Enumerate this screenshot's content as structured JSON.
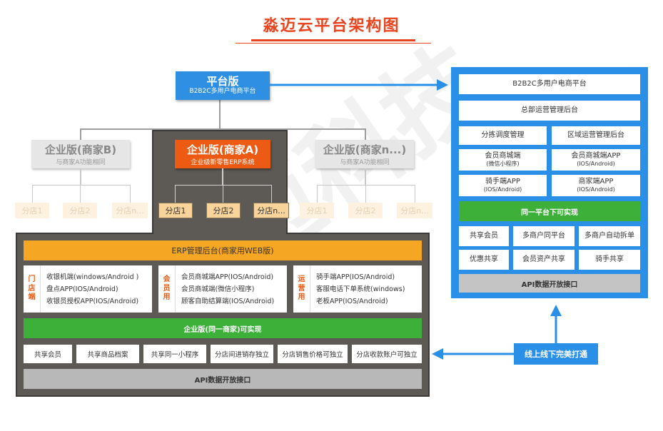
{
  "title": "淼迈云平台架构图",
  "watermark": "淼迈科技",
  "platform": {
    "label": "平台版",
    "sub": "B2B2C多用户电商平台"
  },
  "enterprise_b": {
    "label": "企业版(商家B)",
    "sub": "与商家A功能相同"
  },
  "enterprise_a": {
    "label": "企业版(商家A)",
    "sub": "企业级新零售ERP系统"
  },
  "enterprise_n": {
    "label": "企业版(商家n...)",
    "sub": "与商家A功能相同"
  },
  "stores": [
    "分店1",
    "分店2",
    "分店n..."
  ],
  "erp": {
    "header": "ERP管理后台(商家用WEB版)",
    "groups": [
      {
        "label": [
          "门",
          "店",
          "端"
        ],
        "items": [
          "收银机端(windows/Android )",
          "盘点APP(IOS/Android)",
          "收银员授权APP(IOS/Android)"
        ]
      },
      {
        "label": [
          "会",
          "员",
          "用"
        ],
        "items": [
          "会员商城端APP(IOS/Android)",
          "会员商城端(微信小程序)",
          "顾客自助结算端(IOS/Android)"
        ]
      },
      {
        "label": [
          "运",
          "营",
          "用"
        ],
        "items": [
          "骑手端APP(IOS/Android)",
          "客服电话下单系统(windows)",
          "老板APP(IOS/Android)"
        ]
      }
    ],
    "green": "企业版(同一商家)可实现",
    "features": [
      "共享会员",
      "共享商品档案",
      "共享同一小程序",
      "分店间进销存独立",
      "分店销售价格可独立",
      "分店收款账户可独立"
    ],
    "api": "API数据开放接口"
  },
  "right": {
    "top": "B2B2C多用户电商平台",
    "row2": "总部运营管理后台",
    "row3": [
      "分拣调度管理",
      "区域运营管理后台"
    ],
    "row4": [
      {
        "main": "会员商城端",
        "sub": "(微信小程序)"
      },
      {
        "main": "会员商城端APP",
        "sub": "(IOS/Android)"
      }
    ],
    "row5": [
      {
        "main": "骑手端APP",
        "sub": "(IOS/Android)"
      },
      {
        "main": "商家端APP",
        "sub": "(IOS/Android)"
      }
    ],
    "green": "同一平台下可实现",
    "feat1": [
      "共享会员",
      "多商户同平台",
      "多商户自动拆单"
    ],
    "feat2": [
      "优惠共享",
      "会员资产共享",
      "骑手共享"
    ],
    "api": "API数据开放接口"
  },
  "online_offline": "线上线下完美打通",
  "colors": {
    "accent": "#e8441f",
    "blue": "#2a8fe6",
    "orange": "#ec5a13",
    "green": "#3db03a"
  }
}
